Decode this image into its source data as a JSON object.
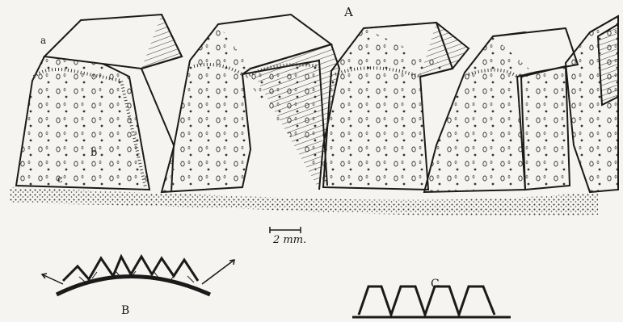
{
  "figure": {
    "label_A": "A",
    "label_a": "a",
    "label_b": "b",
    "label_c": "c",
    "scale_bar_text": "2 mm.",
    "label_B": "B",
    "label_C": "C"
  },
  "colors": {
    "ink": "#1a1a1a",
    "paper": "#f5f4f0",
    "stipple": "#3a3a3a"
  }
}
